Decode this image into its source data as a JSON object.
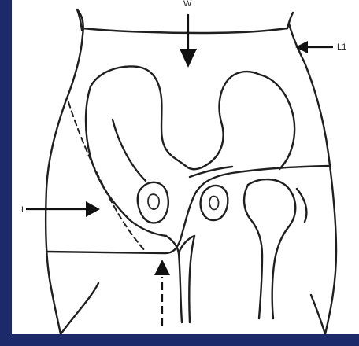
{
  "labels": {
    "top": "W",
    "right_top": "L1",
    "left": "L"
  }
}
